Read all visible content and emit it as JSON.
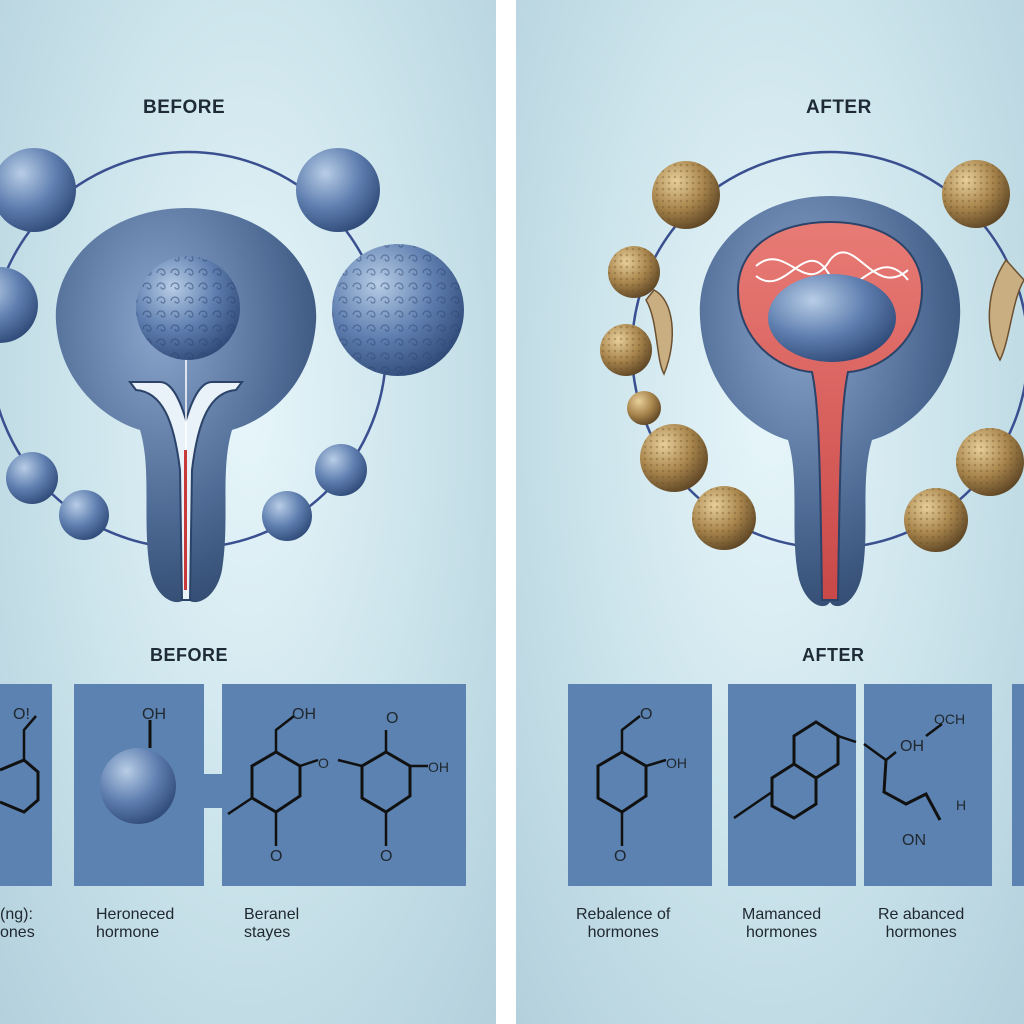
{
  "before_panel": {
    "top_heading": "BEFORE",
    "section_heading": "BEFORE",
    "cards": [
      {
        "formula_labels": [
          "O!"
        ],
        "caption_lines": [
          "(ng):",
          "ones"
        ]
      },
      {
        "formula_labels": [
          "OH"
        ],
        "caption_lines": [
          "Heroneced",
          "hormone"
        ]
      },
      {
        "formula_labels": [
          "OH",
          "O",
          "OH",
          "O",
          "O",
          "O"
        ],
        "caption_lines": [
          "Beranel",
          "stayes"
        ]
      }
    ]
  },
  "after_panel": {
    "top_heading": "AFTER",
    "section_heading": "AFTER",
    "cards": [
      {
        "formula_labels": [
          "O",
          "OH",
          "O"
        ],
        "caption_lines": [
          "Rebalence of",
          "hormones"
        ]
      },
      {
        "formula_labels": [],
        "caption_lines": [
          "Mamanced",
          "hormones"
        ]
      },
      {
        "formula_labels": [
          "OCH",
          "OH",
          "H",
          "ON"
        ],
        "caption_lines": [
          "Re abanced",
          "hormones"
        ]
      }
    ]
  },
  "colors": {
    "background": "#c9e2ea",
    "gland_blue": "#4d6a94",
    "card_blue": "#5b82b0",
    "seed_brown": "#a8854c",
    "inner_red": "#d95f5f",
    "orbit_line": "#3a4f8f"
  }
}
